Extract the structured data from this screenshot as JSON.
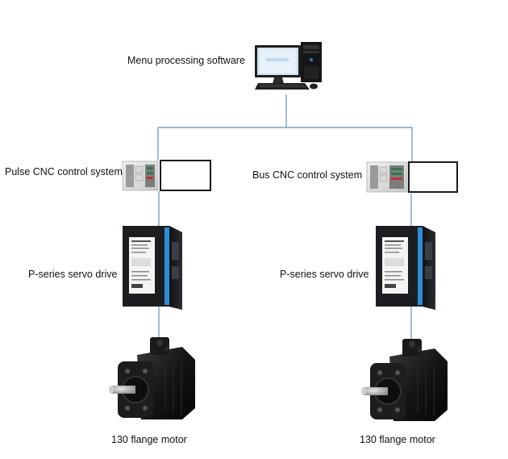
{
  "software": {
    "label": "Menu processing software",
    "icon": "desktop-computer-icon"
  },
  "left_branch": {
    "control_label": "Pulse CNC control system",
    "drive_label": "P-series servo drive",
    "motor_label": "130 flange motor"
  },
  "right_branch": {
    "control_label": "Bus CNC control system",
    "drive_label": "P-series servo drive",
    "motor_label": "130 flange motor"
  },
  "colors": {
    "connector": "#6a8fb8",
    "drive_accent": "#2b8fd6",
    "drive_body": "#1b1d20",
    "motor_body": "#141414"
  }
}
